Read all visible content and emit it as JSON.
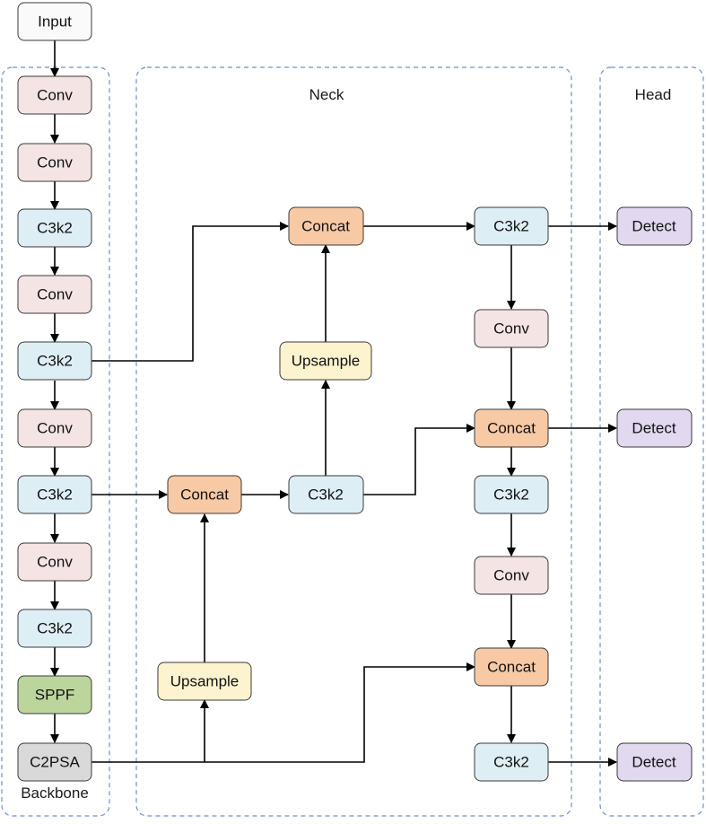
{
  "colors": {
    "input": "#fafafa",
    "conv": "#f4e4e4",
    "c3k2": "#deeef5",
    "sppf": "#bcd59c",
    "c2psa": "#d9d9d9",
    "concat": "#f7c9a5",
    "upsample": "#fdf3cf",
    "detect": "#e2d8f0",
    "group_border": "#6b8fd6"
  },
  "groups": {
    "backbone": "Backbone",
    "neck": "Neck",
    "head": "Head"
  },
  "nodes": {
    "input": {
      "label": "Input",
      "type": "input"
    },
    "b_conv1": {
      "label": "Conv",
      "type": "conv"
    },
    "b_conv2": {
      "label": "Conv",
      "type": "conv"
    },
    "b_c3k2_1": {
      "label": "C3k2",
      "type": "c3k2"
    },
    "b_conv3": {
      "label": "Conv",
      "type": "conv"
    },
    "b_c3k2_2": {
      "label": "C3k2",
      "type": "c3k2"
    },
    "b_conv4": {
      "label": "Conv",
      "type": "conv"
    },
    "b_c3k2_3": {
      "label": "C3k2",
      "type": "c3k2"
    },
    "b_conv5": {
      "label": "Conv",
      "type": "conv"
    },
    "b_c3k2_4": {
      "label": "C3k2",
      "type": "c3k2"
    },
    "b_sppf": {
      "label": "SPPF",
      "type": "sppf"
    },
    "b_c2psa": {
      "label": "C2PSA",
      "type": "c2psa"
    },
    "n_upsample_low": {
      "label": "Upsample",
      "type": "upsample"
    },
    "n_concat_mid": {
      "label": "Concat",
      "type": "concat"
    },
    "n_c3k2_mid": {
      "label": "C3k2",
      "type": "c3k2"
    },
    "n_upsample_high": {
      "label": "Upsample",
      "type": "upsample"
    },
    "n_concat_top": {
      "label": "Concat",
      "type": "concat"
    },
    "n_c3k2_top": {
      "label": "C3k2",
      "type": "c3k2"
    },
    "n_conv_a": {
      "label": "Conv",
      "type": "conv"
    },
    "n_concat_r2": {
      "label": "Concat",
      "type": "concat"
    },
    "n_c3k2_r2": {
      "label": "C3k2",
      "type": "c3k2"
    },
    "n_conv_b": {
      "label": "Conv",
      "type": "conv"
    },
    "n_concat_r3": {
      "label": "Concat",
      "type": "concat"
    },
    "n_c3k2_bottom": {
      "label": "C3k2",
      "type": "c3k2"
    },
    "h_detect1": {
      "label": "Detect",
      "type": "detect"
    },
    "h_detect2": {
      "label": "Detect",
      "type": "detect"
    },
    "h_detect3": {
      "label": "Detect",
      "type": "detect"
    }
  }
}
